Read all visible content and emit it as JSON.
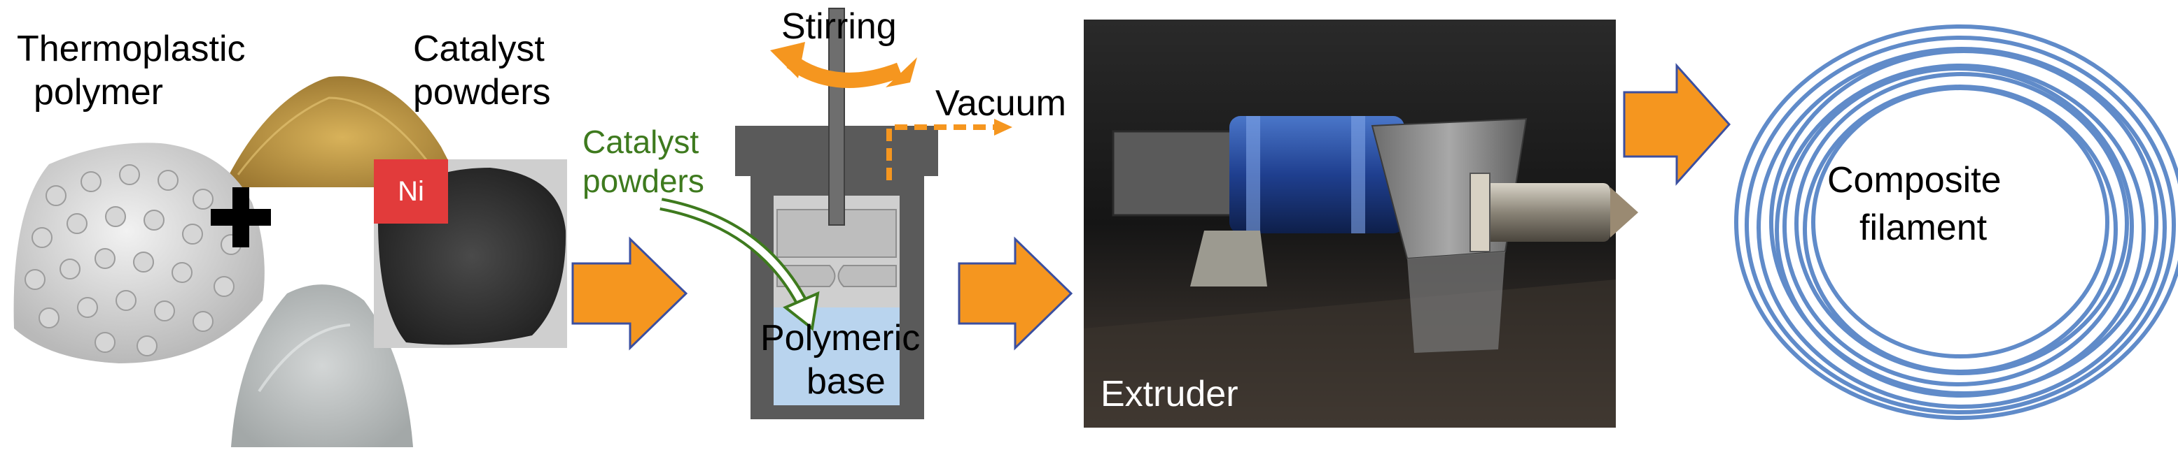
{
  "labels": {
    "thermoplastic_line1": "Thermoplastic",
    "thermoplastic_line2": "polymer",
    "catalyst_top_line1": "Catalyst",
    "catalyst_top_line2": "powders",
    "ni": "Ni",
    "stirring": "Stirring",
    "vacuum": "Vacuum",
    "catalyst_mid_line1": "Catalyst",
    "catalyst_mid_line2": "powders",
    "polymeric_line1": "Polymeric",
    "polymeric_line2": "base",
    "extruder": "Extruder",
    "composite_line1": "Composite",
    "composite_line2": "filament"
  },
  "colors": {
    "flow_arrow": "#f5961f",
    "flow_arrow_outline": "#3b4fa0",
    "catalyst_text": "#3e7a1e",
    "ni_badge": "#e23b3b",
    "vessel": "#5a5a5a",
    "liquid": "#b9d4ee",
    "filament": "#4f7fc4"
  },
  "icons": [
    "plus-icon",
    "orange-flow-arrow",
    "stirring-arrow",
    "vacuum-arrow",
    "catalyst-flow-arrow"
  ]
}
